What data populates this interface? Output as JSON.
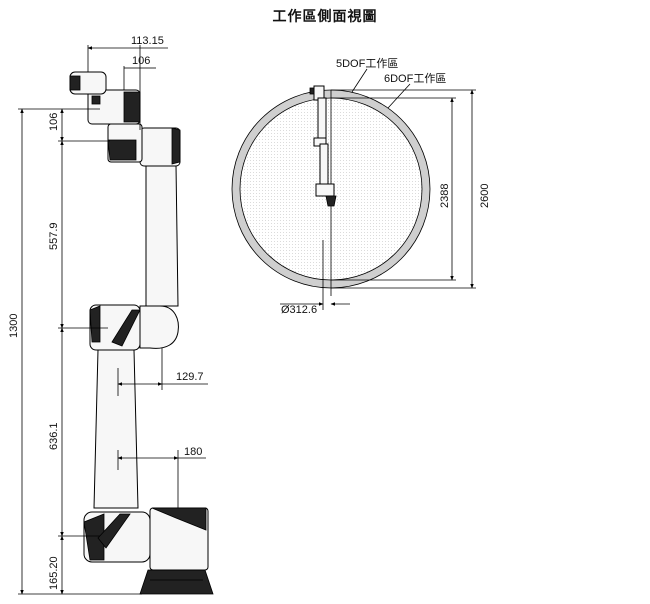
{
  "title": "工作區側面視圖",
  "arm_dimensions": {
    "top_offset_outer": "113.15",
    "top_offset_inner": "106",
    "link_top": "106",
    "upper_arm": "557.9",
    "total_height": "1300",
    "forearm_offset": "129.7",
    "lower_arm": "636.1",
    "base_offset": "180",
    "base_height": "165.20"
  },
  "workspace": {
    "label_5dof": "5DOF工作區",
    "label_6dof": "6DOF工作區",
    "height_inner": "2388",
    "height_outer": "2600",
    "inner_diameter": "Ø312.6"
  }
}
